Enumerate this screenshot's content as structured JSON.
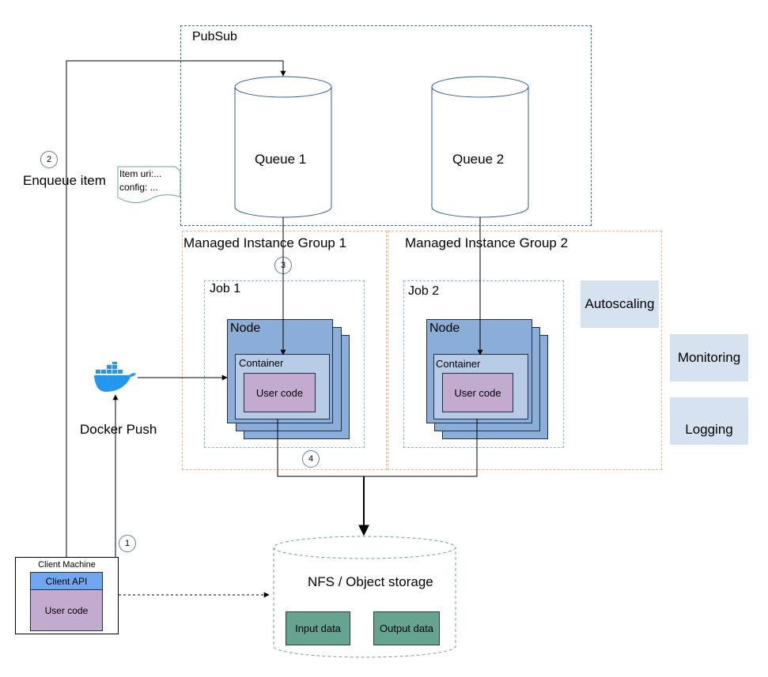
{
  "pubsub": {
    "title": "PubSub",
    "queue1": "Queue 1",
    "queue2": "Queue 2"
  },
  "mig1": {
    "title": "Managed Instance Group 1",
    "job": "Job 1",
    "node": "Node",
    "container": "Container",
    "user_code": "User code"
  },
  "mig2": {
    "title": "Managed Instance Group 2",
    "job": "Job 2",
    "node": "Node",
    "container": "Container",
    "user_code": "User code"
  },
  "autoscaling": "Autoscaling",
  "monitoring": "Monitoring",
  "logging": "Logging",
  "enqueue": {
    "step": "2",
    "label": "Enqueue item",
    "note_line1": "Item uri:...",
    "note_line2": "config: ..."
  },
  "docker": {
    "step": "1",
    "label": "Docker Push"
  },
  "steps": {
    "three": "3",
    "four": "4"
  },
  "client": {
    "title": "Client Machine",
    "api": "Client API",
    "user_code": "User code"
  },
  "storage": {
    "title": "NFS / Object storage",
    "input": "Input data",
    "output": "Output data"
  },
  "colors": {
    "node": "#8aaed8",
    "container": "#b7cbe6",
    "user_code": "#c3abd0",
    "client_api": "#6fa8f0",
    "data": "#67a391",
    "side": "#d7e2f1"
  },
  "icons": [
    "docker-whale-icon"
  ]
}
